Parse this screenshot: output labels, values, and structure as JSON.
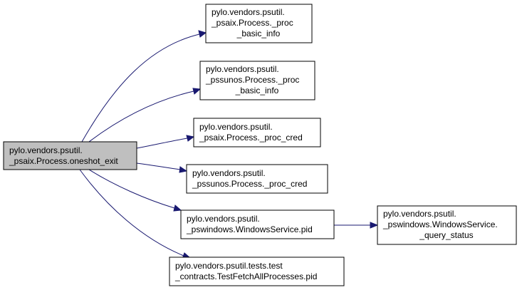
{
  "diagram": {
    "edge_color": "#191970",
    "root_fill": "#bfbfbf",
    "nodes": [
      {
        "id": "root",
        "lines": [
          "pylo.vendors.psutil.",
          "_psaix.Process.oneshot_exit"
        ]
      },
      {
        "id": "n1",
        "lines": [
          "pylo.vendors.psutil.",
          "_psaix.Process._proc",
          "_basic_info"
        ]
      },
      {
        "id": "n2",
        "lines": [
          "pylo.vendors.psutil.",
          "_pssunos.Process._proc",
          "_basic_info"
        ]
      },
      {
        "id": "n3",
        "lines": [
          "pylo.vendors.psutil.",
          "_psaix.Process._proc_cred"
        ]
      },
      {
        "id": "n4",
        "lines": [
          "pylo.vendors.psutil.",
          "_pssunos.Process._proc_cred"
        ]
      },
      {
        "id": "n5",
        "lines": [
          "pylo.vendors.psutil.",
          "_pswindows.WindowsService.pid"
        ]
      },
      {
        "id": "n6",
        "lines": [
          "pylo.vendors.psutil.tests.test",
          "_contracts.TestFetchAllProcesses.pid"
        ]
      },
      {
        "id": "n7",
        "lines": [
          "pylo.vendors.psutil.",
          "_pswindows.WindowsService.",
          "_query_status"
        ]
      }
    ],
    "edges": [
      {
        "from": "root",
        "to": "n1"
      },
      {
        "from": "root",
        "to": "n2"
      },
      {
        "from": "root",
        "to": "n3"
      },
      {
        "from": "root",
        "to": "n4"
      },
      {
        "from": "root",
        "to": "n5"
      },
      {
        "from": "root",
        "to": "n6"
      },
      {
        "from": "n5",
        "to": "n7"
      }
    ]
  }
}
